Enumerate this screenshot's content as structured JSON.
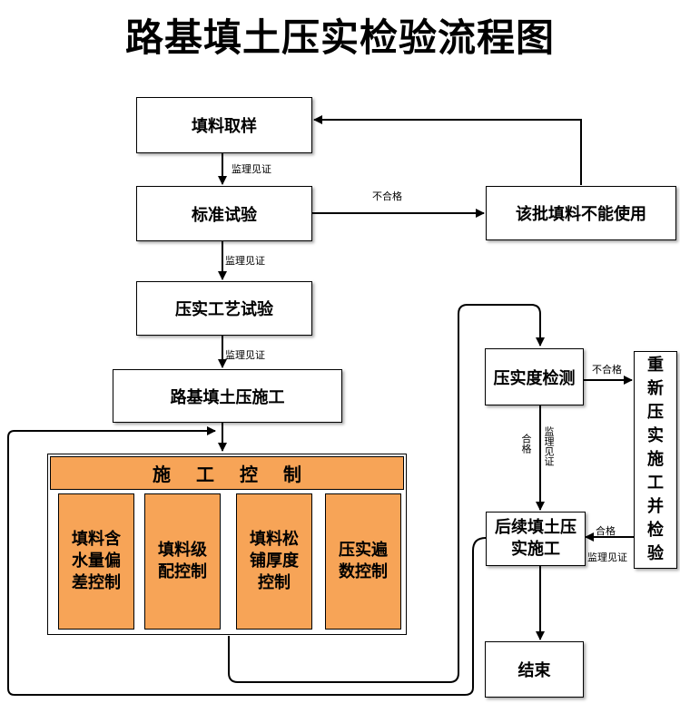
{
  "title": "路基填土压实检验流程图",
  "nodes": {
    "sampling": "填料取样",
    "standard_test": "标准试验",
    "unusable": "该批填料不能使用",
    "compaction_trial": "压实工艺试验",
    "construction": "路基填土压施工",
    "density_check": "压实度检测",
    "recompact": "重新压实施工并检验",
    "next_fill": "后续填土压实施工",
    "end": "结束"
  },
  "control": {
    "header": "施工控制",
    "items": [
      "填料含水量偏差控制",
      "填料级配控制",
      "填料松铺厚度控制",
      "压实遍数控制"
    ]
  },
  "edge_labels": {
    "supervise1": "监理见证",
    "supervise2": "监理见证",
    "supervise3": "监理见证",
    "fail1": "不合格",
    "fail2": "不合格",
    "pass1": "合格",
    "supervise4": "监理见证",
    "pass2": "合格",
    "supervise5": "监理见证"
  }
}
